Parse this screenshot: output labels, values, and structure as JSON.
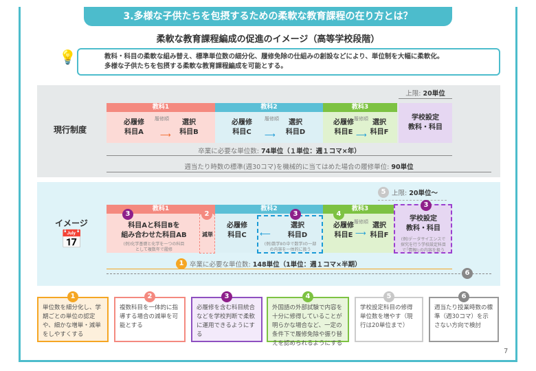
{
  "title": "3.多様な子供たちを包摂するための柔軟な教育課程の在り方とは？",
  "subtitle": "柔軟な教育課程編成の促進のイメージ（高等学校段階）",
  "info": {
    "line1": "教科・科目の柔軟な組み替え、標準単位数の細分化、履修免除の仕組みの創設などにより、単位制を大幅に柔軟化。",
    "line2": "多様な子供たちを包摂する柔軟な教育課程編成を可能とする。"
  },
  "current": {
    "label": "現行制度",
    "cap_label": "上限: ",
    "cap_value": "20単位",
    "subjects": [
      {
        "name": "教科1",
        "left": "必履修\n科目A",
        "right": "選択\n科目B",
        "order": "履修順"
      },
      {
        "name": "教科2",
        "left": "必履修\n科目C",
        "right": "選択\n科目D",
        "order": "履修順"
      },
      {
        "name": "教科3",
        "left": "必履修\n科目E",
        "right": "選択\n科目F",
        "order": "履修順"
      }
    ],
    "school": "学校設定\n教科・科目",
    "grad_label": "卒業に必要な単位数: ",
    "grad_value": "74単位（１単位：週１コマ×年）",
    "std_label": "週当たり時数の標準(週30コマ)を機械的に当てはめた場合の履修単位: ",
    "std_value": "90単位"
  },
  "image": {
    "label": "イメージ",
    "cap_label": "上限: ",
    "cap_value": "20単位〜",
    "s1": {
      "name": "教科1",
      "text": "科目Aと科目Bを\n組み合わせた科目AB",
      "example": "(例)化学基礎と化学を一つの科目\nとして複数年で履修",
      "reduce": "減単"
    },
    "s2": {
      "name": "教科2",
      "left": "必履修\n科目C",
      "right": "選択\n科目D",
      "example": "(例)数学Ⅱの中で数学Ⅰの一部\nの内容を一体的に扱う"
    },
    "s3": {
      "name": "教科3",
      "left": "必履修\n科目E",
      "right": "選択\n科目F",
      "order": "履修順"
    },
    "school": {
      "text": "学校設定\n教科・科目",
      "example": "(例)データサイエンスで\n探究を行う学校設定科目\nで｢情報Ⅰ｣の内容を扱う"
    },
    "grad_label": "卒業に必要な単位数: ",
    "grad_value": "148単位（1単位：週１コマ×半期）"
  },
  "badges": [
    "1",
    "2",
    "3",
    "4",
    "5",
    "6"
  ],
  "boxes": [
    {
      "num": "1",
      "text": "単位数を細分化し、学期ごとの単位の認定や、細かな増単・減単をしやすくする",
      "color": "#f5a623"
    },
    {
      "num": "2",
      "text": "複数科目を一体的に指導する場合の減単を可能とする",
      "color": "#f4897f"
    },
    {
      "num": "3",
      "text": "必履修を含む科目統合などを学校判断で柔軟に運用できるようにする",
      "color": "#8e1f8a"
    },
    {
      "num": "4",
      "text": "外国語の外部試験で内容を十分に修得していることが明らかな場合など、一定の条件下で履修免除や振り替えを認められるようにする",
      "color": "#7dc242"
    },
    {
      "num": "5",
      "text": "学校設定科目の修得単位数を増やす（現行は20単位まで）",
      "color": "#c8c8c8"
    },
    {
      "num": "6",
      "text": "週当たり授業時数の標準（週30コマ）を示さない方向で検討",
      "color": "#888888"
    }
  ],
  "page_number": "7"
}
